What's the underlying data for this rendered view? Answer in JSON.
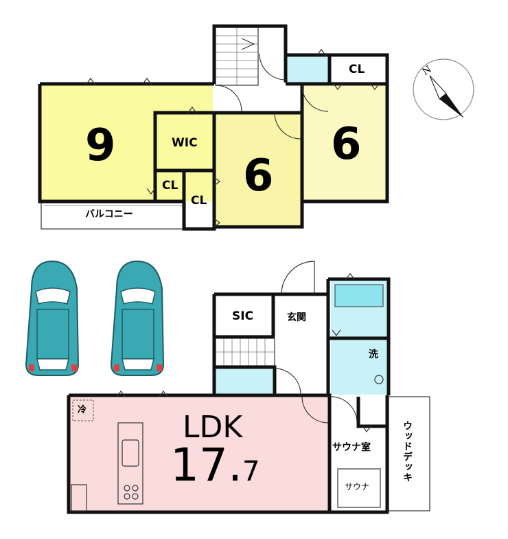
{
  "floors": {
    "second": {
      "rooms": [
        {
          "id": "bedroom-west",
          "label": "9"
        },
        {
          "id": "bedroom-center",
          "label": "6"
        },
        {
          "id": "bedroom-east",
          "label": "6"
        },
        {
          "id": "wic",
          "label": "WIC"
        },
        {
          "id": "closet-a",
          "label": "CL"
        },
        {
          "id": "closet-b",
          "label": "CL"
        },
        {
          "id": "closet-c",
          "label": "CL"
        },
        {
          "id": "balcony",
          "label": "バルコニー"
        }
      ]
    },
    "first": {
      "rooms": [
        {
          "id": "ldk",
          "label": "LDK",
          "size_int": "17.",
          "size_dec": "7"
        },
        {
          "id": "sic",
          "label": "SIC"
        },
        {
          "id": "entrance",
          "label": "玄関"
        },
        {
          "id": "washroom",
          "label": "洗"
        },
        {
          "id": "sauna-room",
          "label": "サウナ室"
        },
        {
          "id": "sauna",
          "label": "サウナ"
        },
        {
          "id": "wood-deck",
          "label": "ウッドデッキ"
        },
        {
          "id": "fridge",
          "label": "冷"
        }
      ]
    }
  },
  "compass": {
    "label": "N"
  },
  "colors": {
    "bedroom_west": "#fafa9e",
    "bedroom_center": "#f8f4a8",
    "bedroom_east": "#fbf8c2",
    "ldk": "#fbdcdc",
    "wet_area": "#c9f1f8",
    "car": "#3aa9b4",
    "wall": "#111111"
  }
}
